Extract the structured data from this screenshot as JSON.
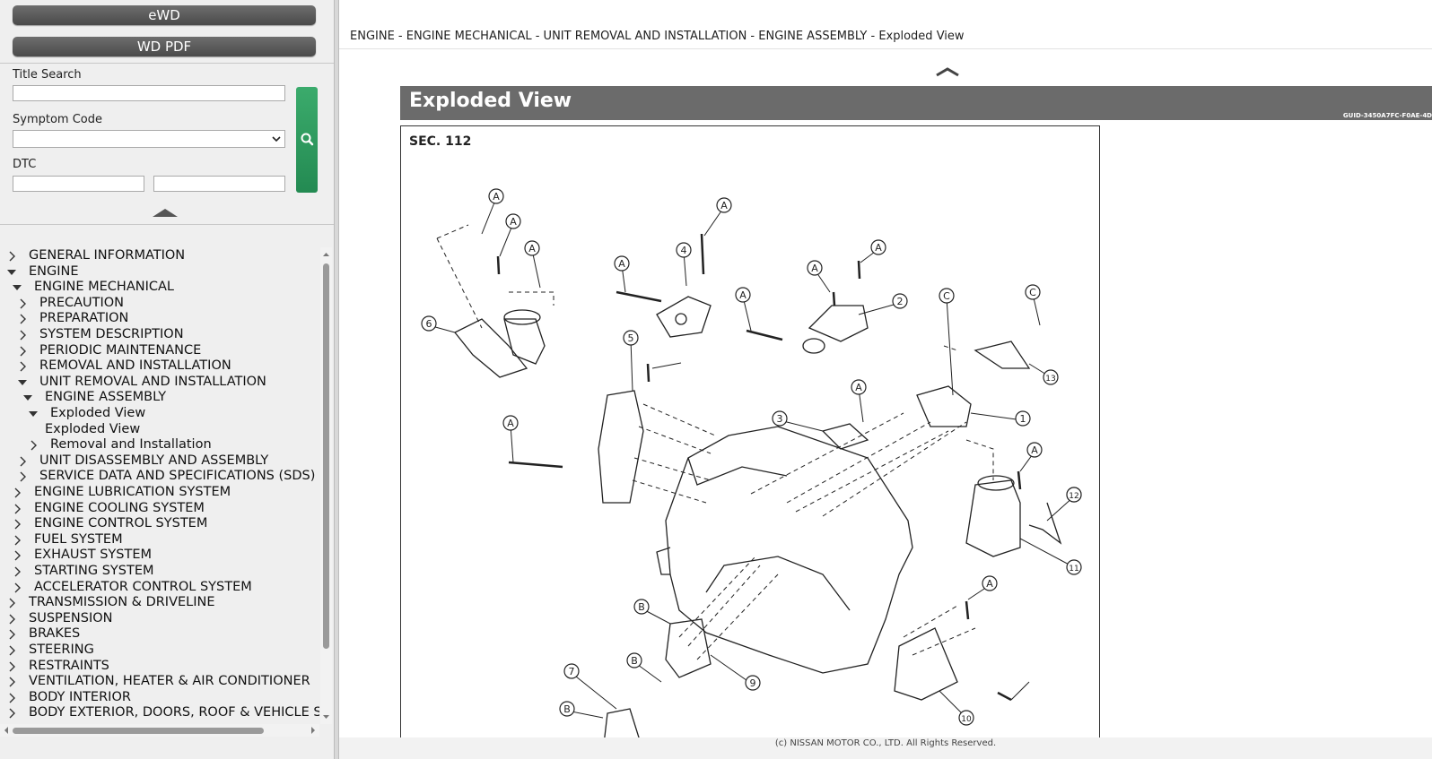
{
  "sidebar": {
    "ewd_label": "eWD",
    "wdpdf_label": "WD PDF",
    "title_search_label": "Title Search",
    "title_search_value": "",
    "symptom_code_label": "Symptom Code",
    "symptom_code_selected": "",
    "dtc_label": "DTC",
    "dtc_value_1": "",
    "dtc_value_2": "",
    "tree": [
      {
        "label": "GENERAL INFORMATION",
        "level": 0,
        "state": "collapsed"
      },
      {
        "label": "ENGINE",
        "level": 0,
        "state": "expanded"
      },
      {
        "label": "ENGINE MECHANICAL",
        "level": 1,
        "state": "expanded"
      },
      {
        "label": "PRECAUTION",
        "level": 2,
        "state": "collapsed"
      },
      {
        "label": "PREPARATION",
        "level": 2,
        "state": "collapsed"
      },
      {
        "label": "SYSTEM DESCRIPTION",
        "level": 2,
        "state": "collapsed"
      },
      {
        "label": "PERIODIC MAINTENANCE",
        "level": 2,
        "state": "collapsed"
      },
      {
        "label": "REMOVAL AND INSTALLATION",
        "level": 2,
        "state": "collapsed"
      },
      {
        "label": "UNIT REMOVAL AND INSTALLATION",
        "level": 2,
        "state": "expanded"
      },
      {
        "label": "ENGINE ASSEMBLY",
        "level": 3,
        "state": "expanded"
      },
      {
        "label": "Exploded View",
        "level": 4,
        "state": "expanded"
      },
      {
        "label": "Exploded View",
        "level": 5,
        "state": "leaf"
      },
      {
        "label": "Removal and Installation",
        "level": 4,
        "state": "collapsed"
      },
      {
        "label": "UNIT DISASSEMBLY AND ASSEMBLY",
        "level": 2,
        "state": "collapsed"
      },
      {
        "label": "SERVICE DATA AND SPECIFICATIONS (SDS)",
        "level": 2,
        "state": "collapsed"
      },
      {
        "label": "ENGINE LUBRICATION SYSTEM",
        "level": 1,
        "state": "collapsed"
      },
      {
        "label": "ENGINE COOLING SYSTEM",
        "level": 1,
        "state": "collapsed"
      },
      {
        "label": "ENGINE CONTROL SYSTEM",
        "level": 1,
        "state": "collapsed"
      },
      {
        "label": "FUEL SYSTEM",
        "level": 1,
        "state": "collapsed"
      },
      {
        "label": "EXHAUST SYSTEM",
        "level": 1,
        "state": "collapsed"
      },
      {
        "label": "STARTING SYSTEM",
        "level": 1,
        "state": "collapsed"
      },
      {
        "label": "ACCELERATOR CONTROL SYSTEM",
        "level": 1,
        "state": "collapsed"
      },
      {
        "label": "TRANSMISSION & DRIVELINE",
        "level": 0,
        "state": "collapsed"
      },
      {
        "label": "SUSPENSION",
        "level": 0,
        "state": "collapsed"
      },
      {
        "label": "BRAKES",
        "level": 0,
        "state": "collapsed"
      },
      {
        "label": "STEERING",
        "level": 0,
        "state": "collapsed"
      },
      {
        "label": "RESTRAINTS",
        "level": 0,
        "state": "collapsed"
      },
      {
        "label": "VENTILATION, HEATER & AIR CONDITIONER",
        "level": 0,
        "state": "collapsed"
      },
      {
        "label": "BODY INTERIOR",
        "level": 0,
        "state": "collapsed"
      },
      {
        "label": "BODY EXTERIOR, DOORS, ROOF & VEHICLE SE",
        "level": 0,
        "state": "collapsed"
      }
    ]
  },
  "content": {
    "breadcrumb": "ENGINE - ENGINE MECHANICAL - UNIT REMOVAL AND INSTALLATION - ENGINE ASSEMBLY - Exploded View",
    "title": "Exploded View",
    "guid": "GUID-3450A7FC-F0AE-4D",
    "figure_section": "SEC. 112",
    "callouts": [
      "A",
      "A",
      "A",
      "A",
      "A",
      "A",
      "A",
      "A",
      "A",
      "A",
      "A",
      "A",
      "B",
      "B",
      "B",
      "C",
      "C",
      "C",
      "1",
      "2",
      "3",
      "4",
      "5",
      "6",
      "7",
      "9",
      "10",
      "11",
      "12",
      "13"
    ],
    "copyright": "(c) NISSAN MOTOR CO., LTD. All Rights Reserved."
  },
  "colors": {
    "title_bar": "#6b6b6b",
    "search_button": "#2e9e5f",
    "top_button": "#555555"
  }
}
